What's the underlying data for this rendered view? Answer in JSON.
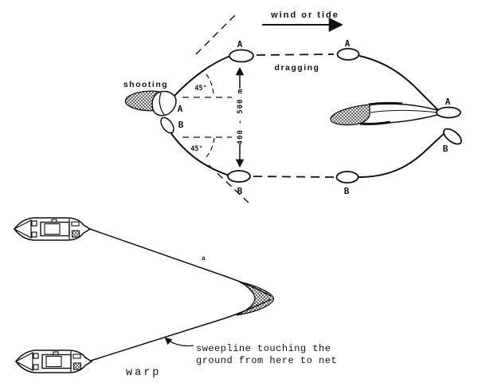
{
  "colors": {
    "ink": "#111111",
    "bg": "#ffffff"
  },
  "top_diagram": {
    "wind_label": "wind or tide",
    "shooting_label": "shooting",
    "dragging_label": "dragging",
    "distance_label": "400 - 500 m",
    "angle_top": "45°",
    "angle_bottom": "45°",
    "label_a": "A",
    "label_b": "B"
  },
  "bottom_diagram": {
    "warp_label": "warp",
    "rope_marker": "a",
    "note_line1": "sweepline touching the",
    "note_line2": "ground from here to net"
  }
}
